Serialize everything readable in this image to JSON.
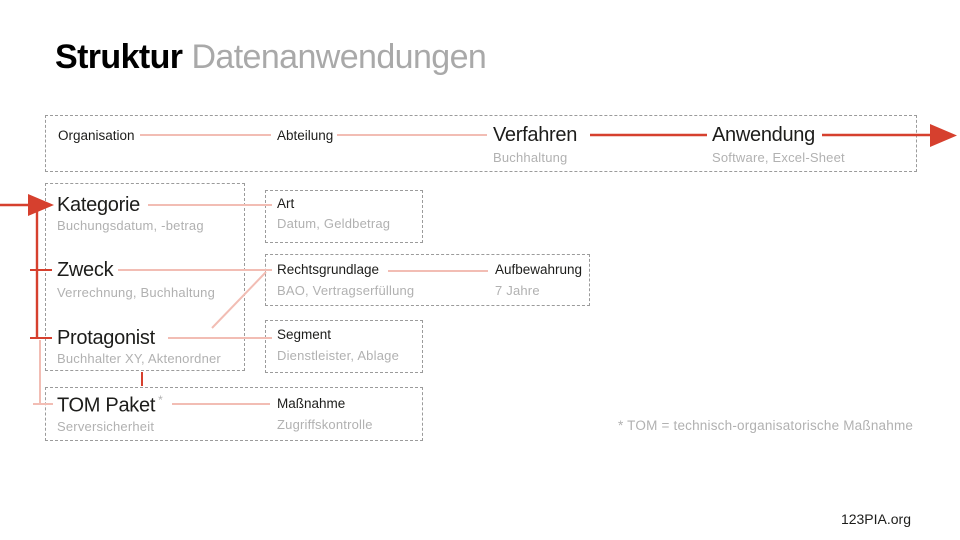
{
  "title": {
    "primary": "Struktur",
    "secondary": "Datenanwendungen"
  },
  "top_chain": {
    "items": [
      {
        "label": "Organisation",
        "sublabel": ""
      },
      {
        "label": "Abteilung",
        "sublabel": ""
      },
      {
        "label": "Verfahren",
        "sublabel": "Buchhaltung"
      },
      {
        "label": "Anwendung",
        "sublabel": "Software, Excel-Sheet"
      }
    ]
  },
  "left_column": {
    "nodes": [
      {
        "label": "Kategorie",
        "sublabel": "Buchungsdatum, -betrag"
      },
      {
        "label": "Zweck",
        "sublabel": "Verrechnung, Buchhaltung"
      },
      {
        "label": "Protagonist",
        "sublabel": "Buchhalter XY, Aktenordner"
      }
    ]
  },
  "tom_box": {
    "label": "TOM Paket",
    "asterisk": "*",
    "sublabel": "Serversicherheit",
    "detail": {
      "label": "Maßnahme",
      "sublabel": "Zugriffskontrolle"
    }
  },
  "detail_boxes": {
    "art": {
      "label": "Art",
      "sublabel": "Datum, Geldbetrag"
    },
    "rechtsgrundlage": {
      "label": "Rechtsgrundlage",
      "sublabel": "BAO, Vertragserfüllung"
    },
    "aufbewahrung": {
      "label": "Aufbewahrung",
      "sublabel": "7 Jahre"
    },
    "segment": {
      "label": "Segment",
      "sublabel": "Dienstleister, Ablage"
    }
  },
  "footnote": "* TOM = technisch-organisatorische Maßnahme",
  "brand": "123PIA.org",
  "icons": {
    "flow_arrow": "triangle-right"
  },
  "colors": {
    "accent_red": "#d6402e",
    "accent_pink": "#f2bdb4",
    "text_dark": "#1d1d1b",
    "text_gray": "#b1b1b1",
    "title_gray": "#a9a9a9",
    "border_gray": "#9b9b9b"
  }
}
